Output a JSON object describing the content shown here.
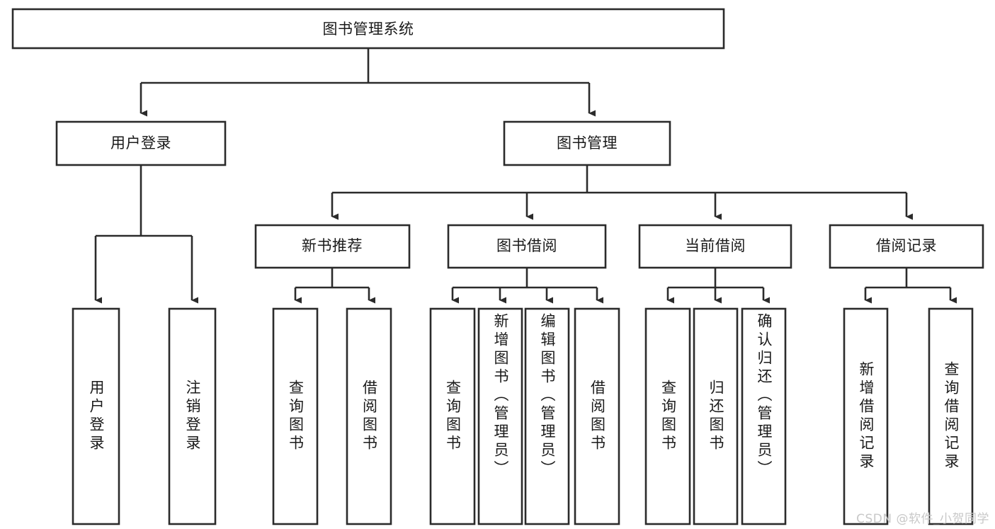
{
  "diagram": {
    "title": "图书管理系统",
    "watermark": "CSDN @软件_小贺同学",
    "line_color": "#2b2b2b",
    "box_fill": "#ffffff",
    "text_color": "#1a1a1a",
    "watermark_color": "#c8c8c8"
  },
  "nodes": {
    "root": {
      "label": "图书管理系统"
    },
    "level2": [
      {
        "label": "用户登录"
      },
      {
        "label": "图书管理"
      }
    ],
    "level3": [
      {
        "label": "新书推荐"
      },
      {
        "label": "图书借阅"
      },
      {
        "label": "当前借阅"
      },
      {
        "label": "借阅记录"
      }
    ],
    "leaves_user_login": [
      {
        "label": "用户登录"
      },
      {
        "label": "注销登录"
      }
    ],
    "leaves_new_book": [
      {
        "label": "查询图书"
      },
      {
        "label": "借阅图书"
      }
    ],
    "leaves_borrow": [
      {
        "label": "查询图书"
      },
      {
        "label": "新增图书（管理员）"
      },
      {
        "label": "编辑图书（管理员）"
      },
      {
        "label": "借阅图书"
      }
    ],
    "leaves_current": [
      {
        "label": "查询图书"
      },
      {
        "label": "归还图书"
      },
      {
        "label": "确认归还（管理员）"
      }
    ],
    "leaves_records": [
      {
        "label": "新增借阅记录"
      },
      {
        "label": "查询借阅记录"
      }
    ]
  },
  "chart_data": {
    "type": "tree",
    "title": "图书管理系统",
    "orientation": "top-down",
    "edges": [
      {
        "from": "图书管理系统",
        "to": "用户登录"
      },
      {
        "from": "图书管理系统",
        "to": "图书管理"
      },
      {
        "from": "用户登录",
        "to": "用户登录"
      },
      {
        "from": "用户登录",
        "to": "注销登录"
      },
      {
        "from": "图书管理",
        "to": "新书推荐"
      },
      {
        "from": "图书管理",
        "to": "图书借阅"
      },
      {
        "from": "图书管理",
        "to": "当前借阅"
      },
      {
        "from": "图书管理",
        "to": "借阅记录"
      },
      {
        "from": "新书推荐",
        "to": "查询图书"
      },
      {
        "from": "新书推荐",
        "to": "借阅图书"
      },
      {
        "from": "图书借阅",
        "to": "查询图书"
      },
      {
        "from": "图书借阅",
        "to": "新增图书（管理员）"
      },
      {
        "from": "图书借阅",
        "to": "编辑图书（管理员）"
      },
      {
        "from": "图书借阅",
        "to": "借阅图书"
      },
      {
        "from": "当前借阅",
        "to": "查询图书"
      },
      {
        "from": "当前借阅",
        "to": "归还图书"
      },
      {
        "from": "当前借阅",
        "to": "确认归还（管理员）"
      },
      {
        "from": "借阅记录",
        "to": "新增借阅记录"
      },
      {
        "from": "借阅记录",
        "to": "查询借阅记录"
      }
    ]
  }
}
